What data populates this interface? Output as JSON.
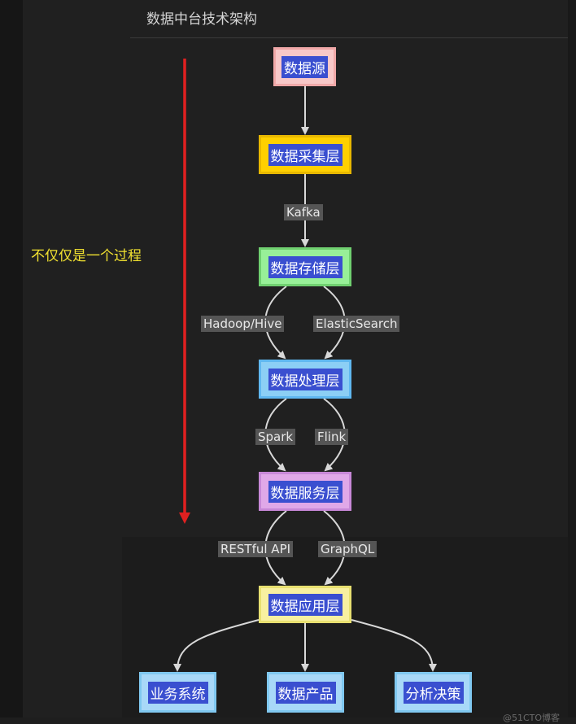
{
  "title": "数据中台技术架构",
  "note": "不仅仅是一个过程",
  "watermark": "@51CTO博客",
  "colors": {
    "background": "#1e1e1e",
    "arrow": "#d8d8d8",
    "timeline_arrow": "#e02020",
    "note_text": "#f0e030",
    "label_bg": "#555555",
    "node_text_bg": "#3a4fd0"
  },
  "nodes": {
    "source": {
      "label": "数据源",
      "fill": "#f8c8c8",
      "border": "#f0a8a8"
    },
    "collect": {
      "label": "数据采集层",
      "fill": "#ffd000",
      "border": "#e8b800"
    },
    "storage": {
      "label": "数据存储层",
      "fill": "#98f098",
      "border": "#70d070"
    },
    "process": {
      "label": "数据处理层",
      "fill": "#8ccff5",
      "border": "#60b8f0"
    },
    "service": {
      "label": "数据服务层",
      "fill": "#e0a8e8",
      "border": "#c888d8"
    },
    "app": {
      "label": "数据应用层",
      "fill": "#f8f0a0",
      "border": "#e8e070"
    },
    "biz": {
      "label": "业务系统",
      "fill": "#a8d8f8",
      "border": "#80c8f0"
    },
    "product": {
      "label": "数据产品",
      "fill": "#a8d8f8",
      "border": "#80c8f0"
    },
    "decision": {
      "label": "分析决策",
      "fill": "#a8d8f8",
      "border": "#80c8f0"
    }
  },
  "edge_labels": {
    "kafka": "Kafka",
    "hadoop": "Hadoop/Hive",
    "elastic": "ElasticSearch",
    "spark": "Spark",
    "flink": "Flink",
    "restful": "RESTful API",
    "graphql": "GraphQL"
  }
}
